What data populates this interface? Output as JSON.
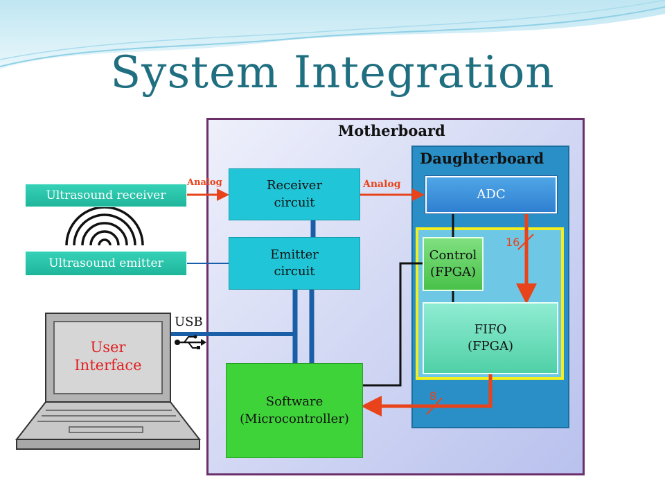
{
  "title": "System Integration",
  "motherboard_label": "Motherboard",
  "daughterboard_label": "Daughterboard",
  "blocks": {
    "receiver": "Receiver\ncircuit",
    "emitter": "Emitter\ncircuit",
    "software": "Software\n(Microcontroller)",
    "adc": "ADC",
    "control": "Control\n(FPGA)",
    "fifo": "FIFO\n(FPGA)"
  },
  "external": {
    "ultrasound_receiver": "Ultrasound receiver",
    "ultrasound_emitter": "Ultrasound emitter",
    "user_interface": "User\nInterface"
  },
  "signals": {
    "analog_in": "Analog",
    "analog_out": "Analog",
    "usb": "USB",
    "bus_adc_fifo": "16",
    "bus_fifo_sw": "8"
  },
  "colors": {
    "title": "#1f6f80",
    "signal_red": "#e8431a",
    "motherboard_border": "#6b2f6b",
    "daughterboard": "#2a8fc6",
    "fpga_region_border": "#f2ee20",
    "bus_blue": "#1a5ea8"
  }
}
